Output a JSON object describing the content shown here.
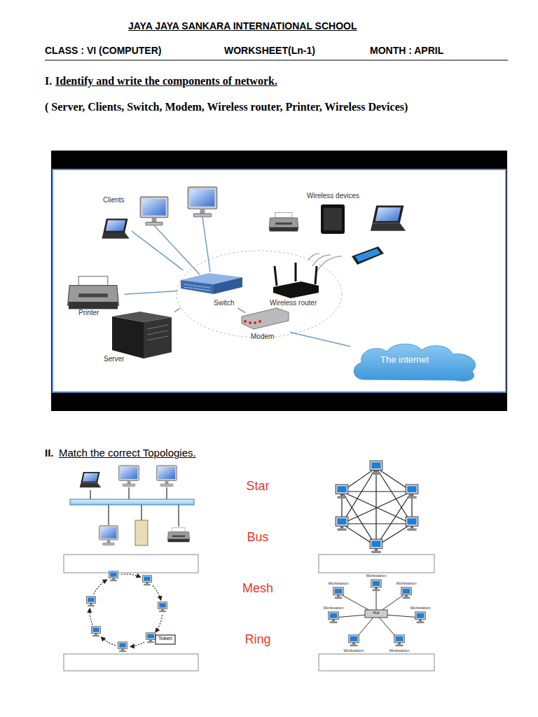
{
  "diagram": {
    "title": "JAYA JAYA SANKARA INTERNATIONAL SCHOOL",
    "nodes": [
      {
        "text": [
          "Clients"
        ]
      },
      {
        "text": [
          "Wireless devices"
        ]
      },
      {
        "text": [
          "Printer"
        ]
      },
      {
        "text": [
          "Switch"
        ]
      },
      {
        "text": [
          "Wireless router"
        ]
      },
      {
        "text": [
          "Modem"
        ]
      },
      {
        "text": [
          "Server"
        ]
      },
      {
        "text": [
          "The internet"
        ]
      }
    ],
    "edges": [
      {
        "from": 3,
        "to": 0,
        "arrow": "none"
      },
      {
        "from": 3,
        "to": 2,
        "arrow": "none"
      },
      {
        "from": 3,
        "to": 6,
        "arrow": "none"
      },
      {
        "from": 3,
        "to": 5,
        "arrow": "none"
      },
      {
        "from": 5,
        "to": 7,
        "arrow": "none"
      }
    ],
    "labels": [
      "CLASS : VI (COMPUTER)",
      "WORKSHEET(Ln-1)",
      "MONTH : APRIL",
      "I.",
      "Identify and write the components of network.",
      "( Server, Clients, Switch, Modem, Wireless router, Printer, Wireless Devices)",
      "II.",
      "Match the correct Topologies.",
      "Star",
      "Bus",
      "Mesh",
      "Ring",
      "Token",
      "Workstation",
      "Workstation",
      "Workstation",
      "Workstation",
      "Workstation",
      "Workstation",
      "Workstation",
      "Hub"
    ]
  }
}
